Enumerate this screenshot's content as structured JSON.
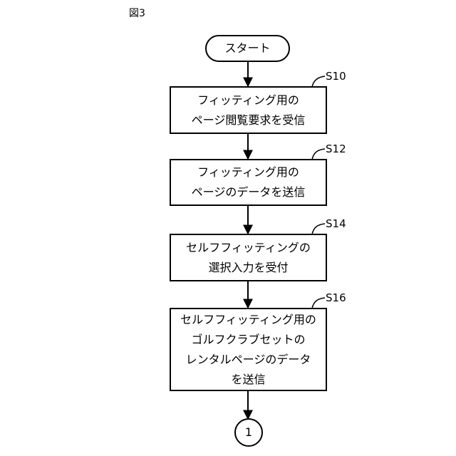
{
  "figure_label": "図3",
  "start": {
    "label": "スタート"
  },
  "steps": [
    {
      "id": "S10",
      "lines": [
        "フィッティング用の",
        "ページ閲覧要求を受信"
      ]
    },
    {
      "id": "S12",
      "lines": [
        "フィッティング用の",
        "ページのデータを送信"
      ]
    },
    {
      "id": "S14",
      "lines": [
        "セルフフィッティングの",
        "選択入力を受付"
      ]
    },
    {
      "id": "S16",
      "lines": [
        "セルフフィッティング用の",
        "ゴルフクラブセットの",
        "レンタルページのデータ",
        "を送信"
      ]
    }
  ],
  "connector": {
    "label": "1"
  }
}
